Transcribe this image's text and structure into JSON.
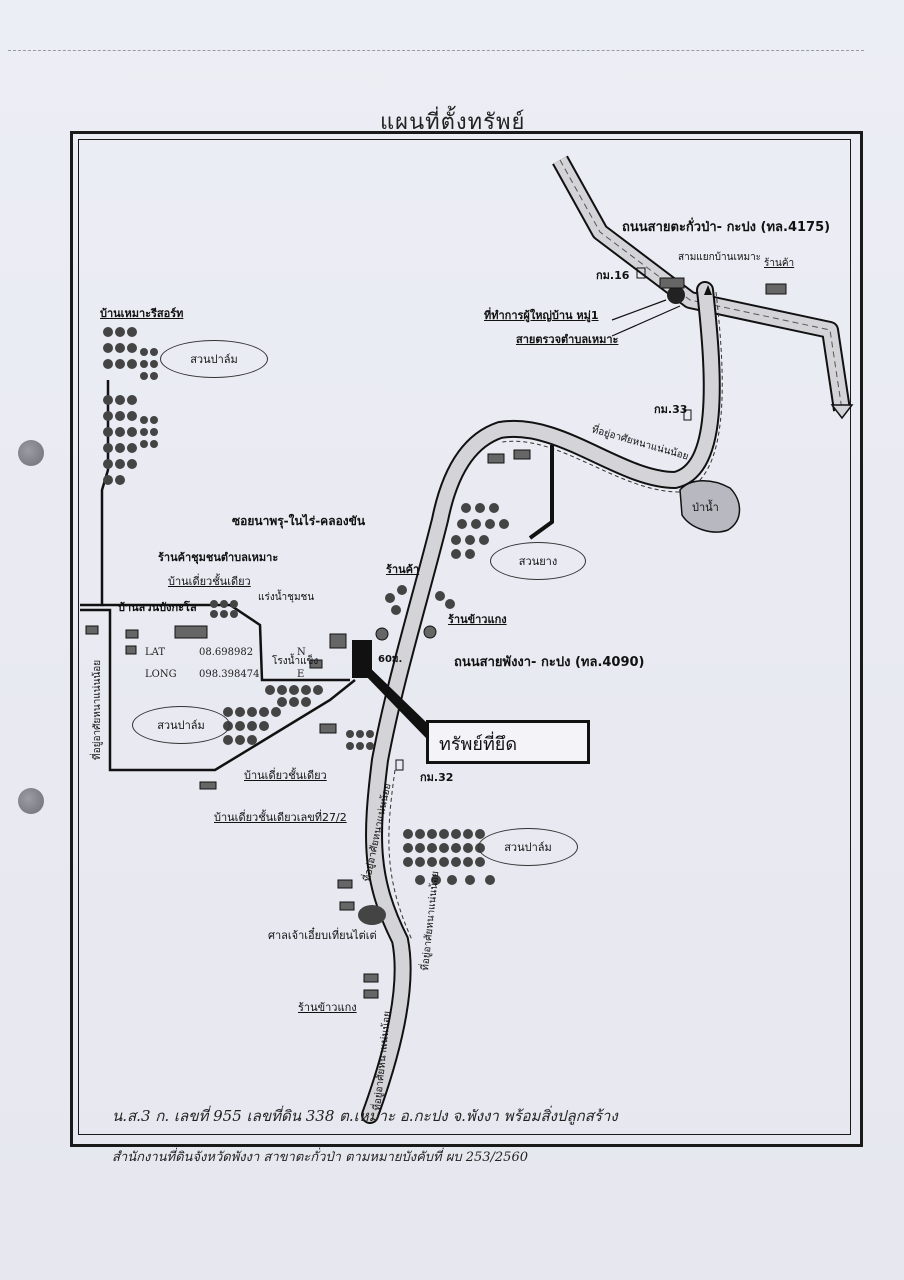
{
  "title": "แผนที่ตั้งทรัพย์",
  "villages": {
    "resort": "บ้านเหมาะรีสอร์ท",
    "community_shop": "ร้านค้าชุมชนตำบลเหมาะ",
    "single_house_1": "บ้านเดี่ยวชั้นเดียว",
    "garden_house": "บ้านสวนบังกะโล",
    "single_house_2": "บ้านเดี่ยวชั้นเดียว",
    "single_house_27": "บ้านเดี่ยวชั้นเดียวเลขที่27/2",
    "shop": "ร้านค้า",
    "rice_shop_1": "ร้านข้าวแกง",
    "rice_shop_2": "ร้านข้าวแกง",
    "village_head": "ที่ทำการผู้ใหญ่บ้าน หมู่1",
    "police": "สายตรวจตำบลเหมาะ",
    "shrine": "ศาลเจ้าเอี๋ยบเที่ยนไต่เต่",
    "ice_factory": "โรงน้ำแข็ง",
    "community_market": "แร่งน้ำชุมชน",
    "junction": "สามแยกบ้านเหมาะ",
    "shop_ne": "ร้านค้า"
  },
  "gardens": {
    "palm_1": "สวนปาล์ม",
    "palm_2": "สวนปาล์ม",
    "palm_3": "สวนปาล์ม",
    "rubber": "สวนยาง",
    "forest": "ป่าน้ำ"
  },
  "roads": {
    "road_4175": "ถนนสายตะกั่วป่า- กะปง (ทล.4175)",
    "road_4090": "ถนนสายพังงา- กะปง (ทล.4090)",
    "soi": "ซอยนาพรุ-ในไร่-คลองขัน",
    "km16": "กม.16",
    "km33": "กม.33",
    "km32": "กม.32",
    "dist": "60ม.",
    "home_stay_1": "ที่อยู่อาศัยหนาแน่นน้อย",
    "home_stay_2": "ที่อยู่อาศัยหนาแน่นน้อย",
    "home_stay_3": "ที่อยู่อาศัยหนาแน่นน้อย",
    "home_stay_4": "ที่อยู่อาศัยหนาแน่นน้อย",
    "home_stay_5": "ที่อยู่อาศัยหนาแน่นน้อย"
  },
  "coordinates": {
    "lat_label": "LAT",
    "lat_value": "08.698982",
    "lat_dir": "N",
    "long_label": "LONG",
    "long_value": "098.398474",
    "long_dir": "E"
  },
  "seized_property": "ทรัพย์ที่ยึด",
  "footnote_line1": "น.ส.3 ก. เลขที่ 955 เลขที่ดิน 338 ต.เหมาะ อ.กะปง จ.พังงา พร้อมสิ่งปลูกสร้าง",
  "footnote_line2": "สำนักงานที่ดินจังหวัดพังงา สาขาตะกั่วป่า ตามหมายบังคับที่ ผบ 253/2560",
  "colors": {
    "ink": "#111111",
    "paper": "#ebecf3",
    "road_fill": "#d4d4d8"
  }
}
